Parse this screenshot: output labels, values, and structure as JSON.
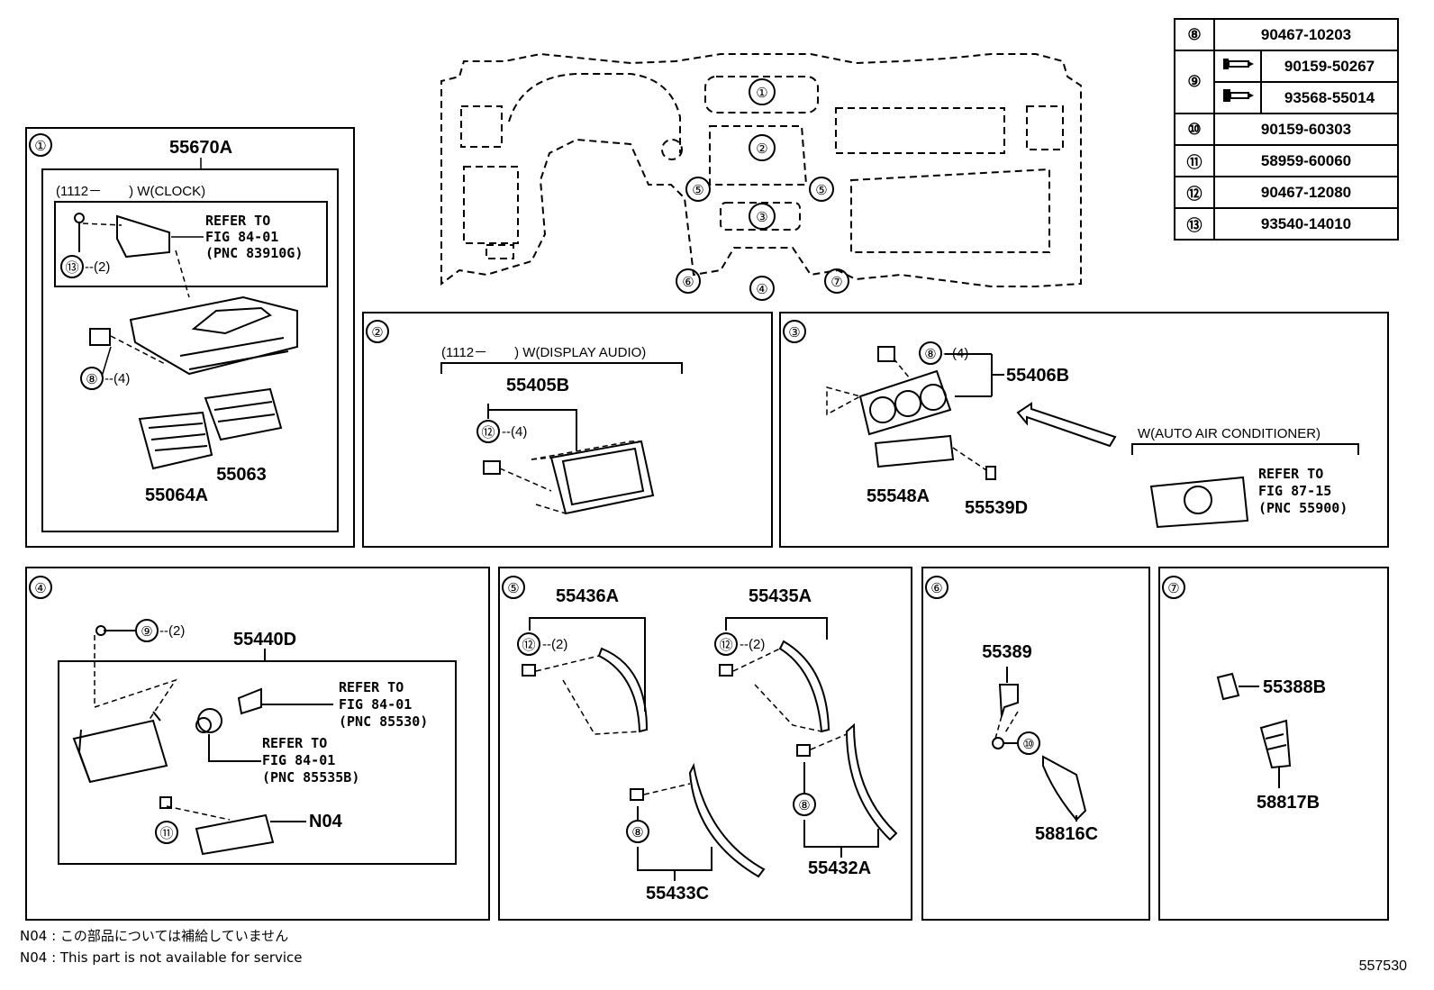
{
  "panels": [
    {
      "id": "1",
      "label": "①"
    },
    {
      "id": "2",
      "label": "②"
    },
    {
      "id": "3",
      "label": "③"
    },
    {
      "id": "4",
      "label": "④"
    },
    {
      "id": "5",
      "label": "⑤"
    },
    {
      "id": "6",
      "label": "⑥"
    },
    {
      "id": "7",
      "label": "⑦"
    }
  ],
  "overview_refs": [
    "①",
    "②",
    "③",
    "④",
    "⑤",
    "⑤",
    "⑥",
    "⑦"
  ],
  "parts_table": [
    {
      "ref": "⑧",
      "number": "90467-10203"
    },
    {
      "ref": "⑨",
      "number": "90159-50267",
      "icon": "bolt-icon"
    },
    {
      "ref": "",
      "number": "93568-55014",
      "icon": "screw-icon"
    },
    {
      "ref": "⑩",
      "number": "90159-60303"
    },
    {
      "ref": "⑪",
      "number": "58959-60060"
    },
    {
      "ref": "⑫",
      "number": "90467-12080"
    },
    {
      "ref": "⑬",
      "number": "93540-14010"
    }
  ],
  "p1": {
    "part_main": "55670A",
    "cond": "(1112－　　) W(CLOCK)",
    "refer1": "REFER TO",
    "refer2": "FIG 84-01",
    "refer3": "(PNC 83910G)",
    "ref13": "⑬",
    "qty13": "--(2)",
    "ref8": "⑧",
    "qty8": "--(4)",
    "part_a": "55064A",
    "part_b": "55063"
  },
  "p2": {
    "cond": "(1112－　　) W(DISPLAY AUDIO)",
    "part": "55405B",
    "ref12": "⑫",
    "qty12": "--(4)"
  },
  "p3": {
    "ref8": "⑧",
    "qty8": "--(4)",
    "part_main": "55406B",
    "part_a": "55548A",
    "part_b": "55539D",
    "cond": "W(AUTO AIR CONDITIONER)",
    "refer1": "REFER TO",
    "refer2": "FIG 87-15",
    "refer3": "(PNC 55900)"
  },
  "p4": {
    "ref9": "⑨",
    "qty9": "--(2)",
    "part_main": "55440D",
    "referA1": "REFER TO",
    "referA2": "FIG 84-01",
    "referA3": "(PNC 85530)",
    "referB1": "REFER TO",
    "referB2": "FIG 84-01",
    "referB3": "(PNC 85535B)",
    "ref11": "⑪",
    "part_n": "N04"
  },
  "p5": {
    "part_a": "55436A",
    "part_b": "55435A",
    "ref12a": "⑫",
    "qty12a": "--(2)",
    "ref12b": "⑫",
    "qty12b": "--(2)",
    "ref8a": "⑧",
    "ref8b": "⑧",
    "part_c": "55433C",
    "part_d": "55432A"
  },
  "p6": {
    "part_a": "55389",
    "ref10": "⑩",
    "part_b": "58816C"
  },
  "p7": {
    "part_a": "55388B",
    "part_b": "58817B"
  },
  "notes": {
    "jp": "N04 : この部品については補給していません",
    "en": "N04 : This part is not available for service"
  },
  "page_number": "557530"
}
